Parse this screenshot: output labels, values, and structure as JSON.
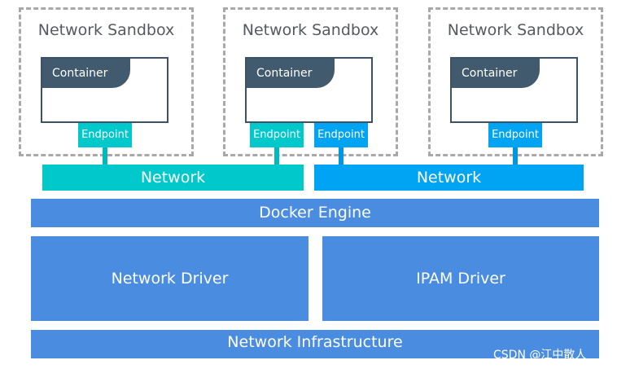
{
  "sandboxes": [
    {
      "title": "Network Sandbox",
      "container_label": "Container",
      "endpoints": [
        "Endpoint"
      ]
    },
    {
      "title": "Network Sandbox",
      "container_label": "Container",
      "endpoints": [
        "Endpoint",
        "Endpoint"
      ]
    },
    {
      "title": "Network Sandbox",
      "container_label": "Container",
      "endpoints": [
        "Endpoint"
      ]
    }
  ],
  "networks": [
    {
      "label": "Network",
      "color": "#00c8cb"
    },
    {
      "label": "Network",
      "color": "#00a4f2"
    }
  ],
  "engine": {
    "label": "Docker Engine",
    "color": "#4a8de0"
  },
  "drivers": {
    "network_driver": "Network Driver",
    "ipam_driver": "IPAM Driver"
  },
  "infrastructure": {
    "label": "Network Infrastructure"
  },
  "watermark": "CSDN @江中散人",
  "colors": {
    "sandbox_border": "#a9a9a9",
    "container_header": "#425a6e"
  }
}
